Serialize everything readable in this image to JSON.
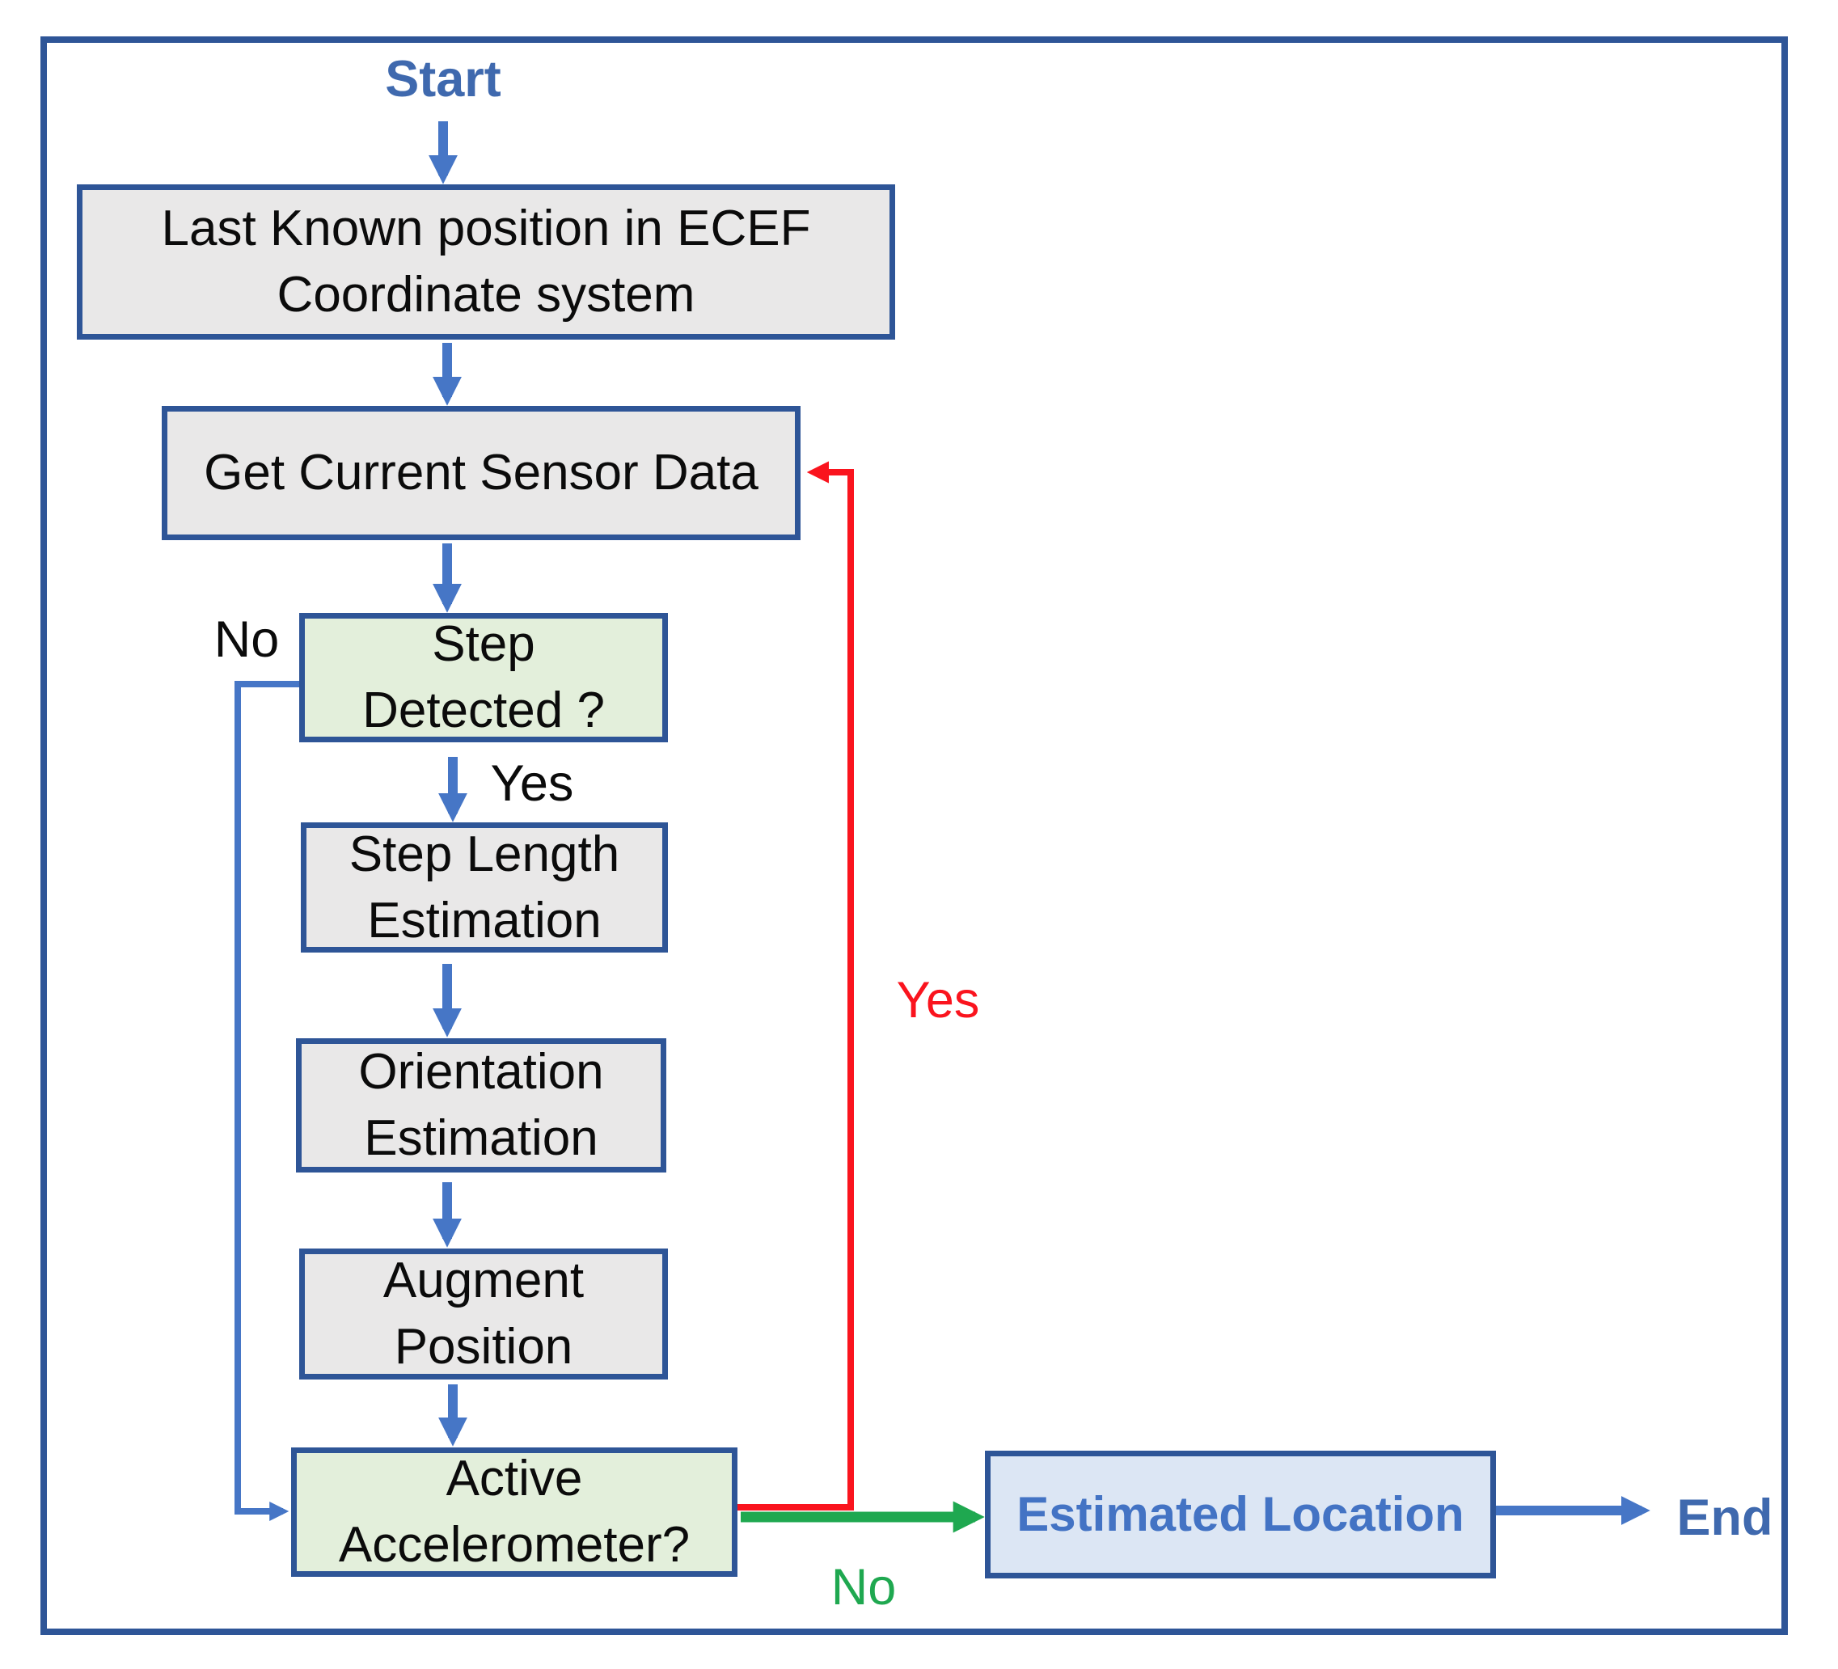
{
  "diagram": {
    "type": "flowchart",
    "nodes": {
      "start": "Start",
      "last_known": "Last Known position in ECEF\nCoordinate system",
      "get_sensor": "Get Current Sensor Data",
      "step_detected": "Step\nDetected ?",
      "step_length": "Step Length\nEstimation",
      "orientation": "Orientation\nEstimation",
      "augment": "Augment\nPosition",
      "active_accel": "Active\nAccelerometer?",
      "estimated_location": "Estimated Location",
      "end": "End"
    },
    "edge_labels": {
      "step_detected_no": "No",
      "step_detected_yes": "Yes",
      "active_accel_yes": "Yes",
      "active_accel_no": "No"
    },
    "colors": {
      "frame_border": "#2e5597",
      "box_border": "#2e5597",
      "box_gray_fill": "#e9e8e8",
      "box_green_fill": "#e3efdb",
      "box_lightblue_fill": "#dce6f4",
      "arrow_blue": "#4676c6",
      "loop_yes_red": "#fa141e",
      "no_green": "#1fa850",
      "text_black": "#0b0b0b",
      "text_blue": "#3f69ae",
      "estimated_text_blue": "#4373c4"
    }
  }
}
